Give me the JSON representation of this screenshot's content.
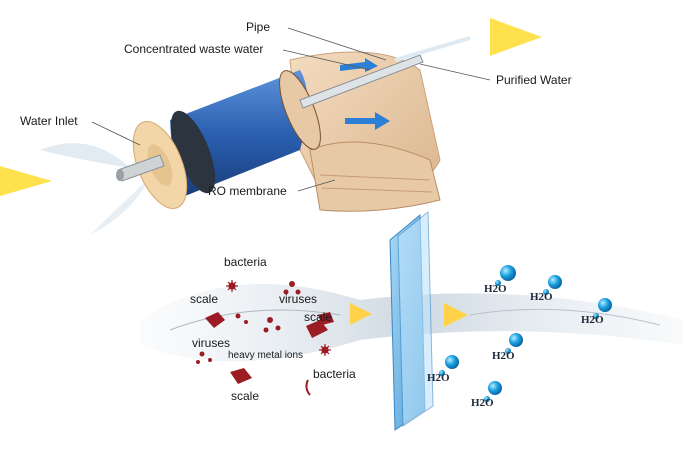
{
  "diagram": {
    "top": {
      "labels": {
        "pipe": "Pipe",
        "concentrated_waste_water": "Concentrated waste water",
        "purified_water": "Purified Water",
        "water_inlet": "Water Inlet",
        "ro_membrane": "RO membrane"
      }
    },
    "bottom": {
      "contaminants": {
        "bacteria_1": "bacteria",
        "scale_1": "scale",
        "viruses_1": "viruses",
        "scale_2": "scale",
        "viruses_2": "viruses",
        "heavy_metal_ions": "heavy metal ions",
        "bacteria_2": "bacteria",
        "scale_3": "scale"
      },
      "water_molecule": "H2O"
    },
    "colors": {
      "arrow_yellow": "#ffe14d",
      "membrane_blue": "#6fb8e6",
      "tube_blue": "#2a5fb0",
      "molecule_blue": "#1aa0e0",
      "contaminant_red": "#9c1c24"
    }
  }
}
